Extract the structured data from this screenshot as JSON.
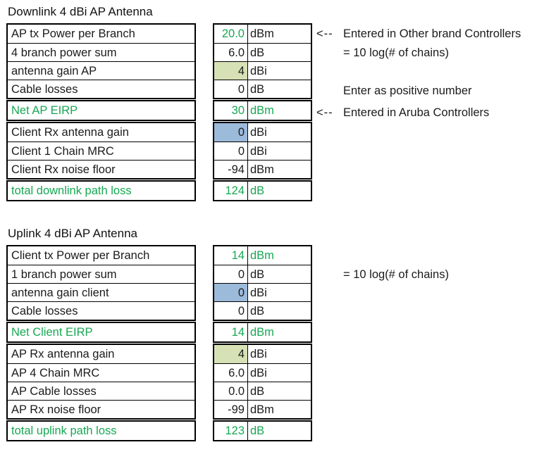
{
  "colors": {
    "green_text": "#17a853",
    "green_fill": "#d6e1b5",
    "blue_fill": "#9cbada",
    "border": "#000000",
    "background": "#ffffff"
  },
  "sections": [
    {
      "title": "Downlink 4 dBi AP Antenna",
      "rows": [
        {
          "label": "AP tx Power per Branch",
          "value": "20.0",
          "unit": "dBm"
        },
        {
          "label": "4 branch power sum",
          "value": "6.0",
          "unit": "dB"
        },
        {
          "label": "antenna gain AP",
          "value": "4",
          "unit": "dBi"
        },
        {
          "label": "Cable losses",
          "value": "0",
          "unit": "dB"
        },
        {
          "label": "Net AP EIRP",
          "value": "30",
          "unit": "dBm"
        },
        {
          "label": "Client Rx antenna gain",
          "value": "0",
          "unit": "dBi"
        },
        {
          "label": "Client 1 Chain MRC",
          "value": "0",
          "unit": "dBi"
        },
        {
          "label": "Client Rx noise floor",
          "value": "-94",
          "unit": "dBm"
        },
        {
          "label": "total downlink path loss",
          "value": "124",
          "unit": "dB"
        }
      ],
      "annotations": [
        {
          "arrow": "<--",
          "text": "Entered in Other brand Controllers"
        },
        {
          "arrow": "",
          "text": "= 10 log(# of chains)"
        },
        {
          "arrow": "",
          "text": "Enter as positive number"
        },
        {
          "arrow": "<--",
          "text": "Entered in Aruba Controllers"
        }
      ]
    },
    {
      "title": "Uplink 4 dBi AP Antenna",
      "rows": [
        {
          "label": "Client tx Power per Branch",
          "value": "14",
          "unit": "dBm"
        },
        {
          "label": "1 branch power sum",
          "value": "0",
          "unit": "dB"
        },
        {
          "label": "antenna gain client",
          "value": "0",
          "unit": "dBi"
        },
        {
          "label": "Cable losses",
          "value": "0",
          "unit": "dB"
        },
        {
          "label": "Net Client EIRP",
          "value": "14",
          "unit": "dBm"
        },
        {
          "label": "AP Rx antenna gain",
          "value": "4",
          "unit": "dBi"
        },
        {
          "label": "AP 4 Chain MRC",
          "value": "6.0",
          "unit": "dBi"
        },
        {
          "label": "AP Cable losses",
          "value": "0.0",
          "unit": "dB"
        },
        {
          "label": "AP Rx noise floor",
          "value": "-99",
          "unit": "dBm"
        },
        {
          "label": "total uplink path loss",
          "value": "123",
          "unit": "dB"
        }
      ],
      "annotations": [
        {
          "arrow": "",
          "text": "= 10 log(# of chains)"
        }
      ]
    }
  ]
}
